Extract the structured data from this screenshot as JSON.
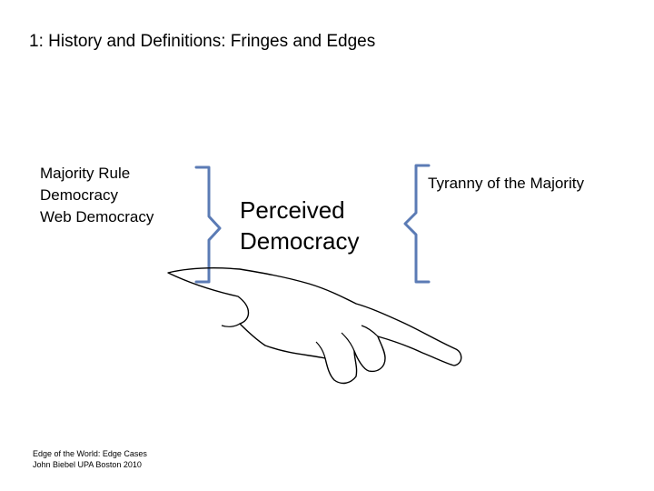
{
  "slide": {
    "title": "1: History and Definitions: Fringes and Edges",
    "left_items": [
      "Majority Rule",
      "Democracy",
      "Web Democracy"
    ],
    "center_lines": [
      "Perceived",
      "Democracy"
    ],
    "right_label": "Tyranny of the Majority",
    "footer_lines": [
      "Edge of the World: Edge Cases",
      "John Biebel UPA Boston 2010"
    ]
  },
  "colors": {
    "bracket": "#5b7bb5",
    "text": "#000000",
    "hand_outline": "#000000"
  },
  "icons": {
    "left_bracket": "right-facing-bracket-icon",
    "right_bracket": "left-facing-bracket-icon",
    "hand": "pointing-hand-icon"
  }
}
